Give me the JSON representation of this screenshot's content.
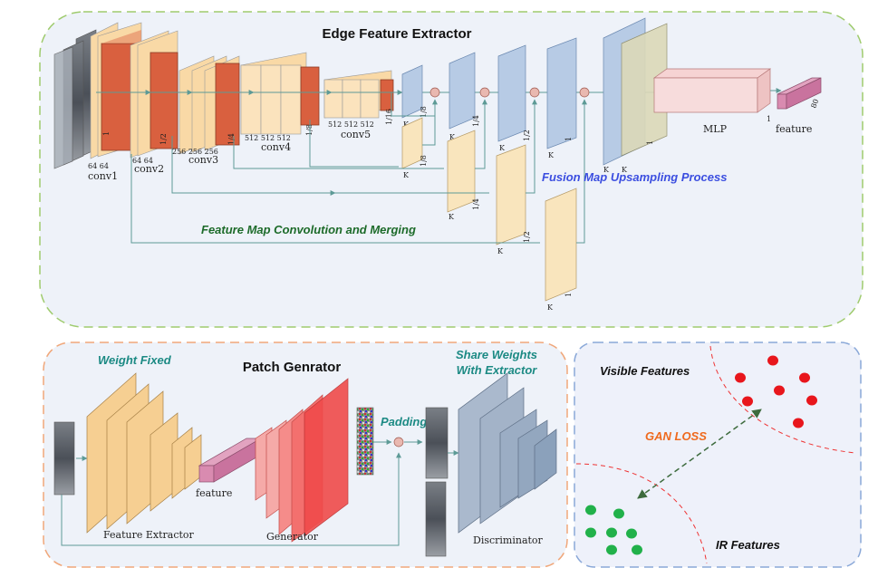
{
  "edge": {
    "title": "Edge Feature Extractor",
    "fusion_label": "Fusion Map Upsampling Process",
    "merge_label": "Feature Map Convolution and Merging",
    "conv1": {
      "name": "conv1",
      "ch": "64 64",
      "scale": "1"
    },
    "conv2": {
      "name": "conv2",
      "ch": "64 64",
      "scale": "1/2"
    },
    "conv3": {
      "name": "conv3",
      "ch": "256 256 256",
      "scale": "1/4"
    },
    "conv4": {
      "name": "conv4",
      "ch": "512    512    512",
      "scale": "1/8"
    },
    "conv5": {
      "name": "conv5",
      "ch": "512  512  512",
      "scale": "1/16"
    },
    "side": [
      {
        "k": "K",
        "s": "1/8"
      },
      {
        "k": "K",
        "s": "1/4"
      },
      {
        "k": "K",
        "s": "1/2"
      },
      {
        "k": "K",
        "s": "1"
      }
    ],
    "fusion": [
      {
        "k": "K",
        "s": "1/8"
      },
      {
        "k": "K",
        "s": "1/4"
      },
      {
        "k": "K",
        "s": "1/2"
      },
      {
        "k": "K",
        "s": "1"
      }
    ],
    "up": {
      "k1": "K",
      "k2": "K",
      "s": "1"
    },
    "mlp": {
      "name": "MLP",
      "s": "1"
    },
    "feature": {
      "name": "feature",
      "dim": "80"
    }
  },
  "patch": {
    "title": "Patch Genrator",
    "weight_fixed": "Weight Fixed",
    "share1": "Share Weights",
    "share2": "With  Extractor",
    "padding": "Padding",
    "feature": "feature",
    "extractor": "Feature Extractor",
    "generator": "Generator",
    "discriminator": "Discriminator"
  },
  "gan": {
    "visible": "Visible Features",
    "ir": "IR Features",
    "loss": "GAN LOSS"
  },
  "colors": {
    "green_border": "#9fcb6e",
    "orange_border": "#f0a77a",
    "blue_border": "#8aa8d8",
    "panel_bg": "#eef2f9",
    "conv_face": "#f9d9a6",
    "conv_red": "#d9603f",
    "blue_block": "#b7cbe5",
    "arrow": "#5d9a96",
    "dark_green_text": "#1d6b2a",
    "teal_text": "#1c8a84",
    "blue_text": "#3b4ee0",
    "orange_text": "#ef6a1e"
  }
}
